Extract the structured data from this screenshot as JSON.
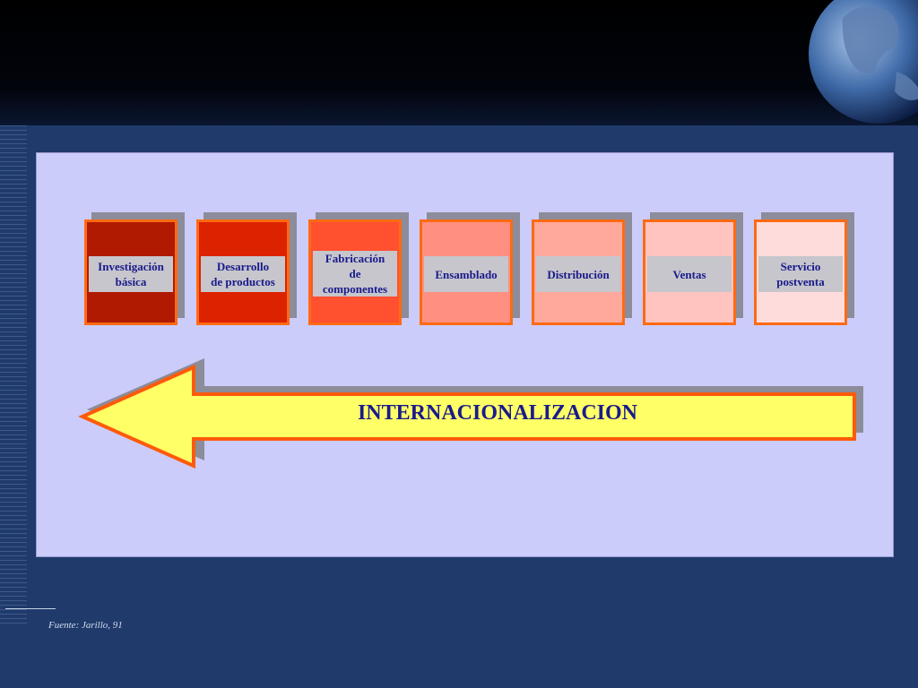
{
  "stages": [
    {
      "label": "Investigación\nbásica",
      "colors": {
        "band": "#b01a00",
        "border": "#ff6a12"
      }
    },
    {
      "label": "Desarrollo\nde productos",
      "colors": {
        "band": "#dd2200",
        "border": "#ff6a12"
      }
    },
    {
      "label": "Fabricación\nde\ncomponentes",
      "colors": {
        "band": "#ff5030",
        "border": "#ff6a12"
      }
    },
    {
      "label": "Ensamblado",
      "colors": {
        "band": "#ff8f80",
        "border": "#ff6a12"
      }
    },
    {
      "label": "Distribución",
      "colors": {
        "band": "#ffa89c",
        "border": "#ff6a12"
      }
    },
    {
      "label": "Ventas",
      "colors": {
        "band": "#ffc4c0",
        "border": "#ff6a12"
      }
    },
    {
      "label": "Servicio\npostventa",
      "colors": {
        "band": "#ffdcdc",
        "border": "#ff6a12"
      }
    }
  ],
  "arrow": {
    "label": "INTERNACIONALIZACION",
    "direction": "left",
    "fill": "#ffff66",
    "stroke": "#ff5a0a"
  },
  "source": "Fuente: Jarillo, 91",
  "colors": {
    "background": "#1f3a6b",
    "panel": "#ccccfa",
    "text": "#1a1a8c"
  }
}
